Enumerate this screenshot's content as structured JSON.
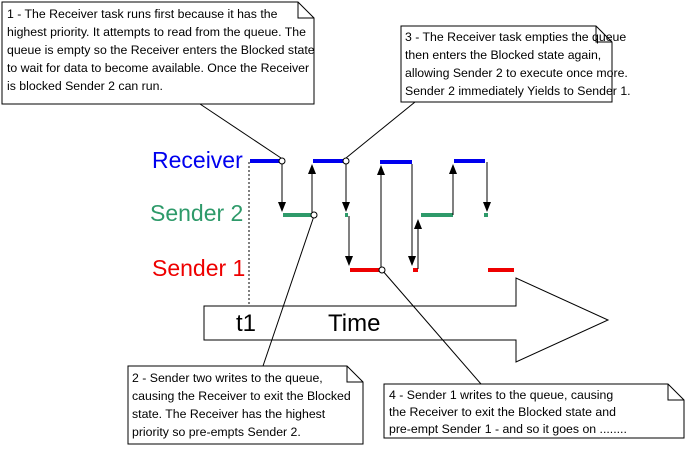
{
  "lanes": [
    {
      "label": "Receiver",
      "color": "#0000ee"
    },
    {
      "label": "Sender 2",
      "color": "#2e9a6a"
    },
    {
      "label": "Sender 1",
      "color": "#ee0000"
    }
  ],
  "axis": {
    "start_label": "t1",
    "title": "Time"
  },
  "notes": [
    {
      "lines": [
        "1 - The Receiver task runs first because it has the",
        "highest priority.  It attempts to read from the queue.  The",
        "queue is empty so the Receiver enters the Blocked state",
        "to wait for data to become available.  Once the Receiver",
        "is blocked Sender 2 can run."
      ]
    },
    {
      "lines": [
        "3 - The Receiver task empties the queue",
        "then enters the Blocked state again,",
        "allowing Sender 2 to execute once more.",
        "Sender 2 immediately Yields to Sender 1."
      ]
    },
    {
      "lines": [
        "2 - Sender two writes to the queue,",
        "causing the Receiver to exit the Blocked",
        "state.  The Receiver has the highest",
        "priority so pre-empts Sender 2."
      ]
    },
    {
      "lines": [
        "4 - Sender 1 writes to the queue, causing",
        "the Receiver to exit the Blocked state and",
        "pre-empt Sender 1 - and so it goes on ........"
      ]
    }
  ]
}
